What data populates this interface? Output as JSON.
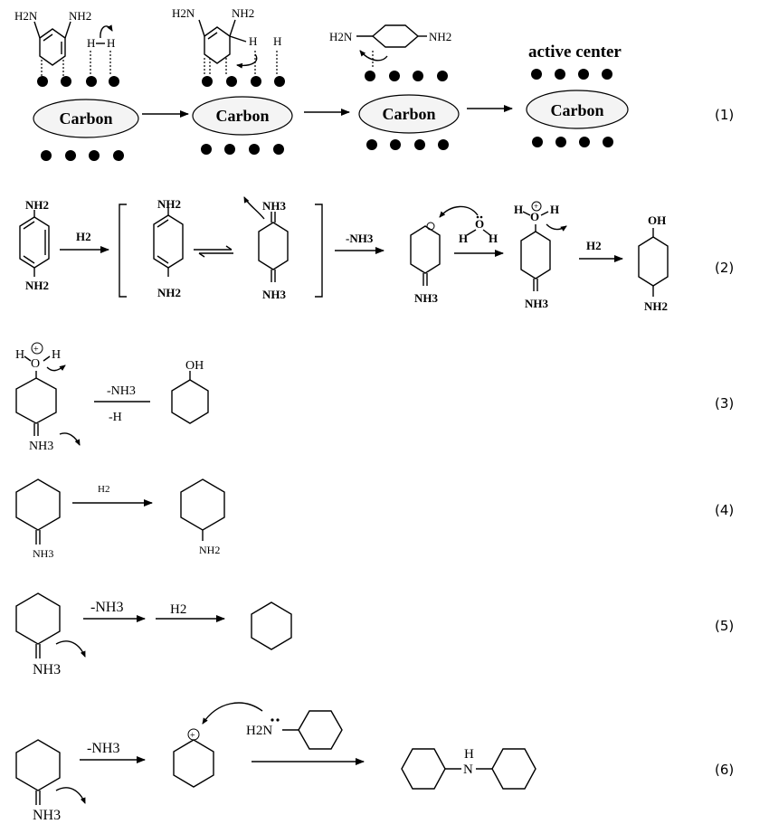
{
  "scheme": {
    "row1": {
      "carbon_labels": [
        "Carbon",
        "Carbon",
        "Carbon",
        "Carbon"
      ],
      "active_center": "active center",
      "h2n": "H2N",
      "nh2": "NH2",
      "h": "H"
    },
    "labels": {
      "h2": "H2",
      "minus_nh3": "-NH3",
      "minus_h": "-H",
      "nh2": "NH2",
      "nh3": "NH3",
      "oh": "OH",
      "o": "O",
      "h": "H",
      "n": "N",
      "h2n": "H2N",
      "plus": "+"
    },
    "equation_numbers": [
      "(1)",
      "(2)",
      "(3)",
      "(4)",
      "(5)",
      "(6)"
    ]
  }
}
